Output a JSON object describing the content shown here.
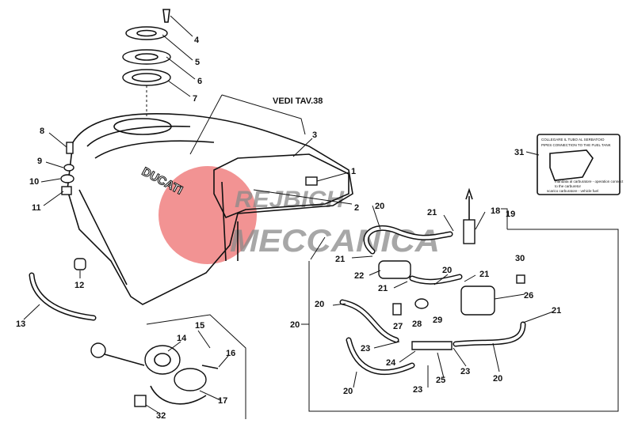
{
  "reference_note": "VEDI TAV.38",
  "tank_brand": "DUCATI",
  "watermark": {
    "line1": "REJBICH",
    "line2": "MECCANICA",
    "color": "#e83a3a"
  },
  "decal_text": {
    "line1": "COLLEGARE IL TUBO AL SERBATOIO",
    "line2": "PIPES CONNECTION TO THE FUEL TANK",
    "line3": "mandata al carburatore - operation connect",
    "line4": "to the carburetor",
    "line5": "scarico carburatore - vehicle fuel"
  },
  "callouts": {
    "c1": "1",
    "c2": "2",
    "c3": "3",
    "c4": "4",
    "c5": "5",
    "c6": "6",
    "c7": "7",
    "c8": "8",
    "c9": "9",
    "c10": "10",
    "c11": "11",
    "c12": "12",
    "c13": "13",
    "c14": "14",
    "c15": "15",
    "c16": "16",
    "c17": "17",
    "c18": "18",
    "c19": "19",
    "c20": "20",
    "c21": "21",
    "c22": "22",
    "c23": "23",
    "c24": "24",
    "c25": "25",
    "c26": "26",
    "c27": "27",
    "c28": "28",
    "c29": "29",
    "c30": "30",
    "c31": "31",
    "c32": "32"
  }
}
